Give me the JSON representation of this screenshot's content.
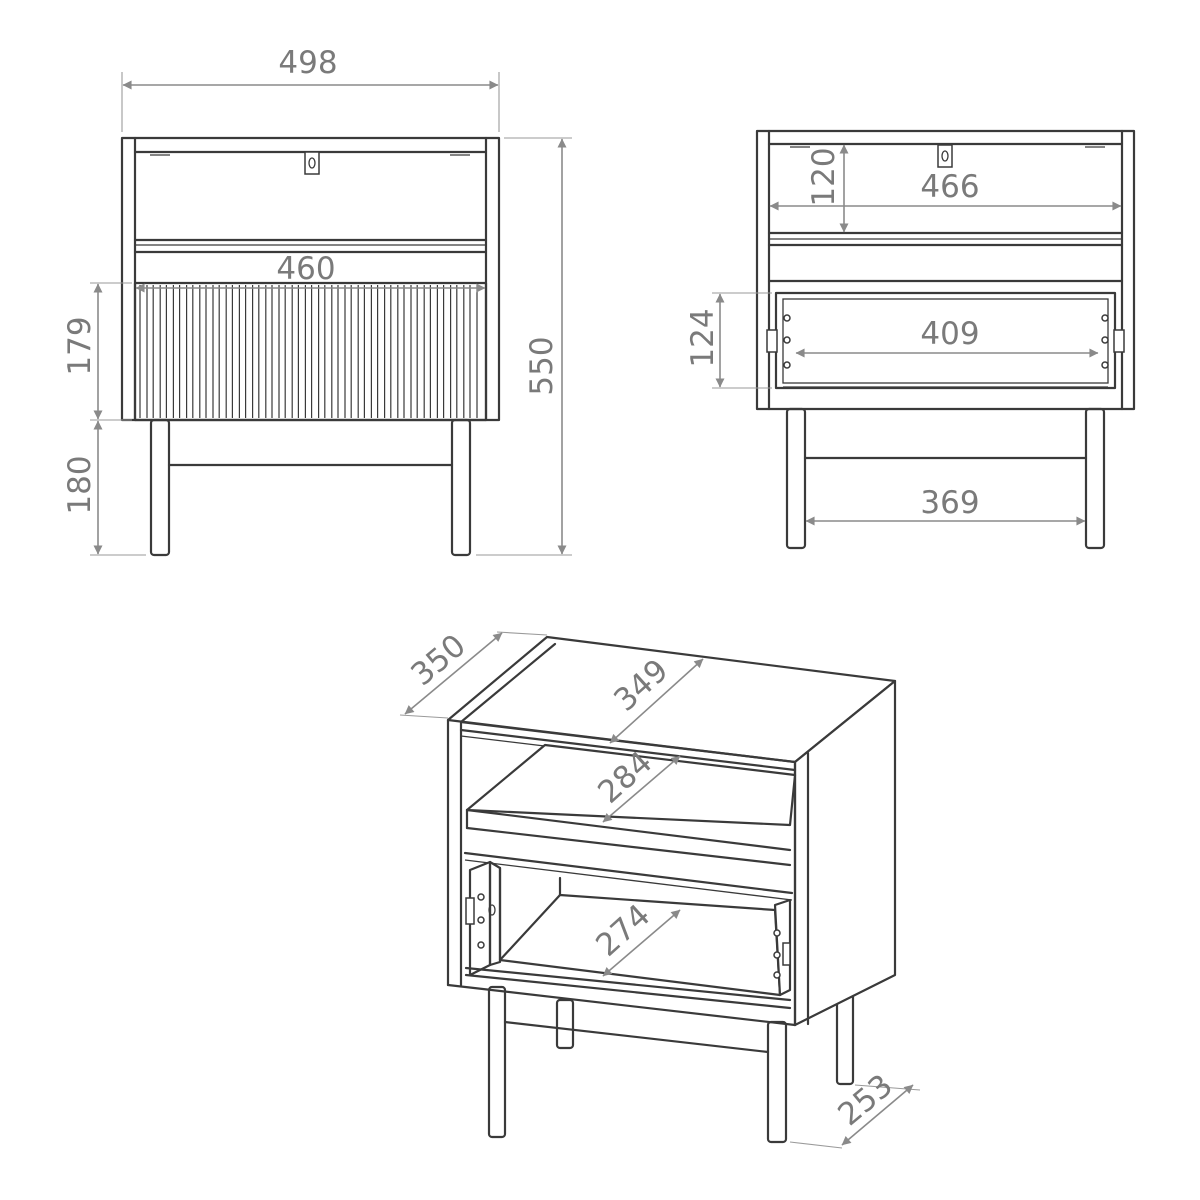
{
  "colors": {
    "line": "#3a3a3a",
    "dimension": "#8a8a8a",
    "background": "#ffffff"
  },
  "front_view": {
    "overall_width": "498",
    "drawer_front_width": "460",
    "drawer_height": "179",
    "leg_height": "180",
    "overall_height": "550"
  },
  "open_view": {
    "inner_width": "466",
    "shelf_height": "120",
    "drawer_height": "124",
    "drawer_inner_width": "409",
    "leg_spacing": "369"
  },
  "iso_view": {
    "depth": "350",
    "top_depth": "349",
    "shelf_depth": "284",
    "drawer_depth": "274",
    "leg_depth": "253"
  }
}
